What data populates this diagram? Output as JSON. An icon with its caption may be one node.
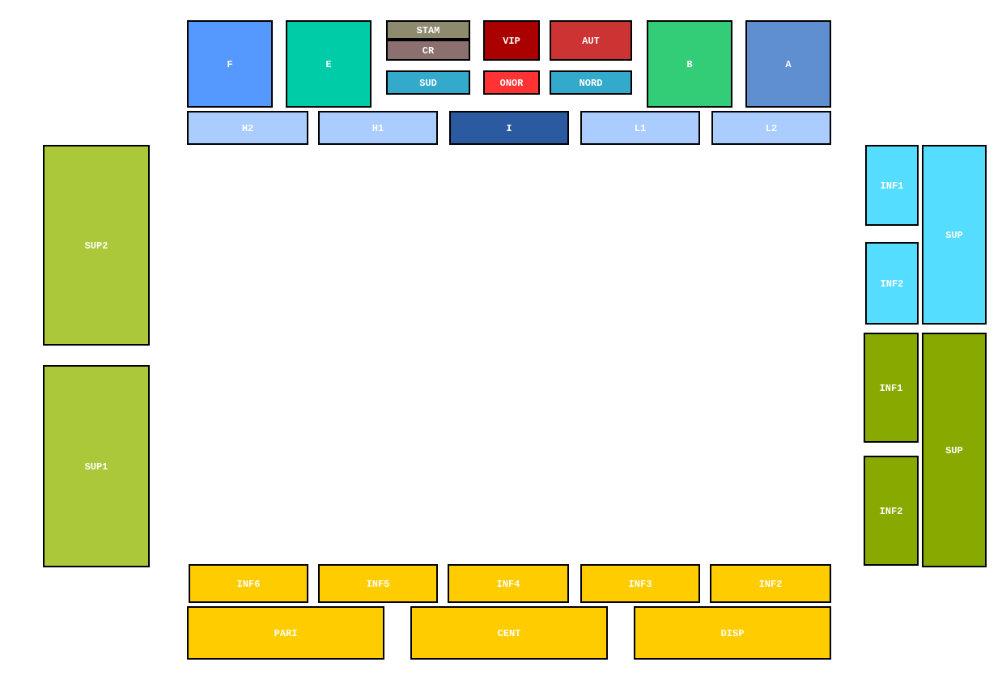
{
  "diagram": {
    "nodes": [
      {
        "text": [
          "F"
        ]
      },
      {
        "text": [
          "E"
        ]
      },
      {
        "text": [
          "STAM"
        ]
      },
      {
        "text": [
          "CR"
        ]
      },
      {
        "text": [
          "SUD"
        ]
      },
      {
        "text": [
          "VIP"
        ]
      },
      {
        "text": [
          "AUT"
        ]
      },
      {
        "text": [
          "ONOR"
        ]
      },
      {
        "text": [
          "NORD"
        ]
      },
      {
        "text": [
          "B"
        ]
      },
      {
        "text": [
          "A"
        ]
      },
      {
        "text": [
          "H2"
        ]
      },
      {
        "text": [
          "H1"
        ]
      },
      {
        "text": [
          "I"
        ]
      },
      {
        "text": [
          "L1"
        ]
      },
      {
        "text": [
          "L2"
        ]
      },
      {
        "text": [
          "SUP2"
        ]
      },
      {
        "text": [
          "SUP1"
        ]
      },
      {
        "text": [
          "INF1"
        ]
      },
      {
        "text": [
          "INF2"
        ]
      },
      {
        "text": [
          "SUP"
        ]
      },
      {
        "text": [
          "INF1"
        ]
      },
      {
        "text": [
          "INF2"
        ]
      },
      {
        "text": [
          "SUP"
        ]
      },
      {
        "text": [
          "INF6"
        ]
      },
      {
        "text": [
          "INF5"
        ]
      },
      {
        "text": [
          "INF4"
        ]
      },
      {
        "text": [
          "INF3"
        ]
      },
      {
        "text": [
          "INF2"
        ]
      },
      {
        "text": [
          "PARI"
        ]
      },
      {
        "text": [
          "CENT"
        ]
      },
      {
        "text": [
          "DISP"
        ]
      }
    ]
  }
}
